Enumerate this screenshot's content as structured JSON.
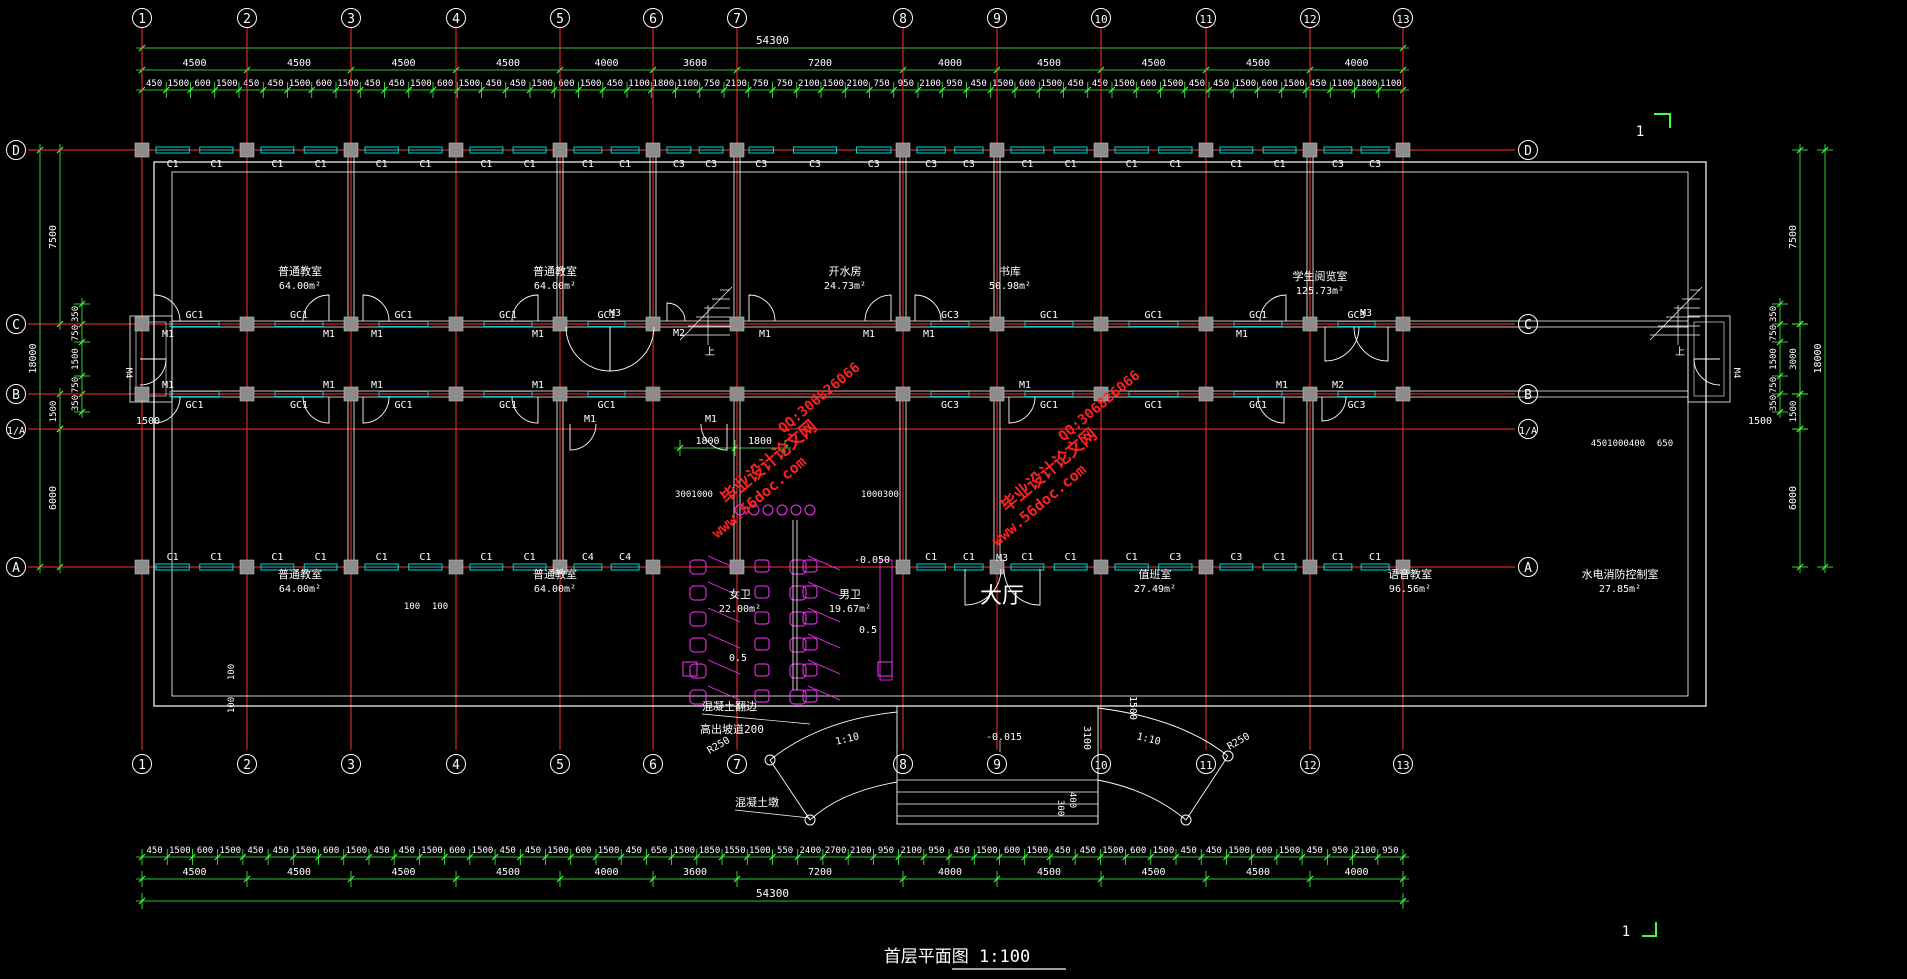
{
  "drawing": {
    "title": "首层平面图 1:100",
    "section_mark": "1"
  },
  "grid": {
    "columns": [
      "1",
      "2",
      "3",
      "4",
      "5",
      "6",
      "7",
      "8",
      "9",
      "10",
      "11",
      "12",
      "13"
    ],
    "rows": [
      "D",
      "C",
      "B",
      "1/A",
      "A"
    ],
    "column_spacings": [
      "4500",
      "4500",
      "4500",
      "4500",
      "4000",
      "3600",
      "7200",
      "4000",
      "4500",
      "4500",
      "4500",
      "4000"
    ],
    "total_length": "54300",
    "left_depths": [
      "7500",
      "18000",
      "1500",
      "6000"
    ],
    "right_depths": [
      "7500",
      "3000",
      "1500",
      "6000",
      "18000"
    ],
    "side_small": [
      "350",
      "750",
      "1500",
      "750",
      "350"
    ],
    "corridor_labels": [
      "1500",
      "1500"
    ]
  },
  "dimensions": {
    "top_detail": [
      "450",
      "1500",
      "600",
      "1500",
      "450",
      "450",
      "1500",
      "600",
      "1500",
      "450",
      "450",
      "1500",
      "600",
      "1500",
      "450",
      "450",
      "1500",
      "600",
      "1500",
      "450",
      "1100",
      "1800",
      "1100",
      "750",
      "2100",
      "750",
      "750",
      "2100",
      "1500",
      "2100",
      "750",
      "950",
      "2100",
      "950",
      "450",
      "1500",
      "600",
      "1500",
      "450",
      "450",
      "1500",
      "600",
      "1500",
      "450",
      "450",
      "1500",
      "600",
      "1500",
      "450",
      "1100",
      "1800",
      "1100"
    ],
    "bottom_detail": [
      "450",
      "1500",
      "600",
      "1500",
      "450",
      "450",
      "1500",
      "600",
      "1500",
      "450",
      "450",
      "1500",
      "600",
      "1500",
      "450",
      "450",
      "1500",
      "600",
      "1500",
      "450",
      "650",
      "1500",
      "1850",
      "1550",
      "1500",
      "550",
      "2400",
      "2700",
      "2100",
      "950",
      "2100",
      "950",
      "450",
      "1500",
      "600",
      "1500",
      "450",
      "450",
      "1500",
      "600",
      "1500",
      "450",
      "450",
      "1500",
      "600",
      "1500",
      "450",
      "950",
      "2100",
      "950"
    ],
    "stair_dims": [
      "1800",
      "1800"
    ],
    "room_dims": [
      "300",
      "1000",
      "1000",
      "300",
      "4501000",
      "400",
      "650",
      "100",
      "100",
      "100",
      "100"
    ]
  },
  "rooms": [
    {
      "name": "普通教室",
      "area": "64.00m²"
    },
    {
      "name": "普通教室",
      "area": "64.00m²"
    },
    {
      "name": "开水房",
      "area": "24.73m²"
    },
    {
      "name": "书库",
      "area": "50.98m²"
    },
    {
      "name": "学生阅览室",
      "area": "125.73m²"
    },
    {
      "name": "普通教室",
      "area": "64.00m²"
    },
    {
      "name": "普通教室",
      "area": "64.00m²"
    },
    {
      "name": "女卫",
      "area": "22.00m²"
    },
    {
      "name": "男卫",
      "area": "19.67m²"
    },
    {
      "name": "大厅",
      "area": ""
    },
    {
      "name": "值班室",
      "area": "27.49m²"
    },
    {
      "name": "语音教室",
      "area": "96.56m²"
    },
    {
      "name": "水电消防控制室",
      "area": "27.85m²"
    }
  ],
  "labels": {
    "window_c1": "C1",
    "window_c3": "C3",
    "window_c4": "C4",
    "window_gc1": "GC1",
    "window_gc3": "GC3",
    "door_m1": "M1",
    "door_m2": "M2",
    "door_m3": "M3",
    "door_m4": "M4",
    "stair_up": "上",
    "level_toilet": "-0.050",
    "level_entry": "-0.015",
    "slope": "0.5",
    "ramp_ratio": "1:10",
    "radius": "R250",
    "entry_depth": "3100",
    "entry_small": "1500",
    "entry_400": "400",
    "entry_300": "300",
    "note_concrete_ledge": "混凝土翻边",
    "note_ramp": "高出坡道200",
    "note_concrete_pier": "混凝土墩",
    "watermark_site": "www.56doc.com",
    "watermark_qq": "QQ:306826066",
    "watermark_name": "毕业设计论文网"
  },
  "colors": {
    "axis_line": "#ff3030",
    "grid_bubble": "#ffffff",
    "dimension": "#40ff40",
    "wall": "#ffffff",
    "window": "#00d8d8",
    "column": "#8c8c8c",
    "toilet": "#ff30ff",
    "watermark": "#ff2020",
    "text": "#ffffff"
  }
}
